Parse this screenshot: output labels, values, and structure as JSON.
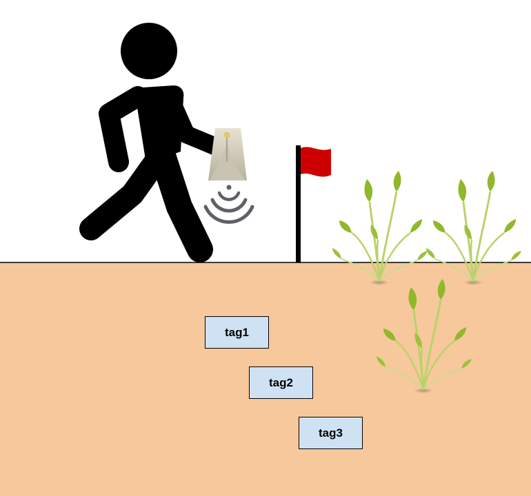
{
  "colors": {
    "sky": "#ffffff",
    "soil": "#f7c89c",
    "ground_line": "#000000",
    "person": "#000000",
    "flag": "#cc0000",
    "flag_pole": "#000000",
    "tag_fill": "#cfe2f3",
    "plant_leaf": "#8fb82a",
    "plant_stem": "#b9d36a",
    "reader_body": "#bdb7a6",
    "signal_waves": "#5f6066"
  },
  "icons": [
    "walking-person-icon",
    "rfid-reader-icon",
    "signal-waves-icon",
    "marker-flag-icon",
    "plant-icon"
  ],
  "tags": [
    {
      "label": "tag1"
    },
    {
      "label": "tag2"
    },
    {
      "label": "tag3"
    }
  ]
}
